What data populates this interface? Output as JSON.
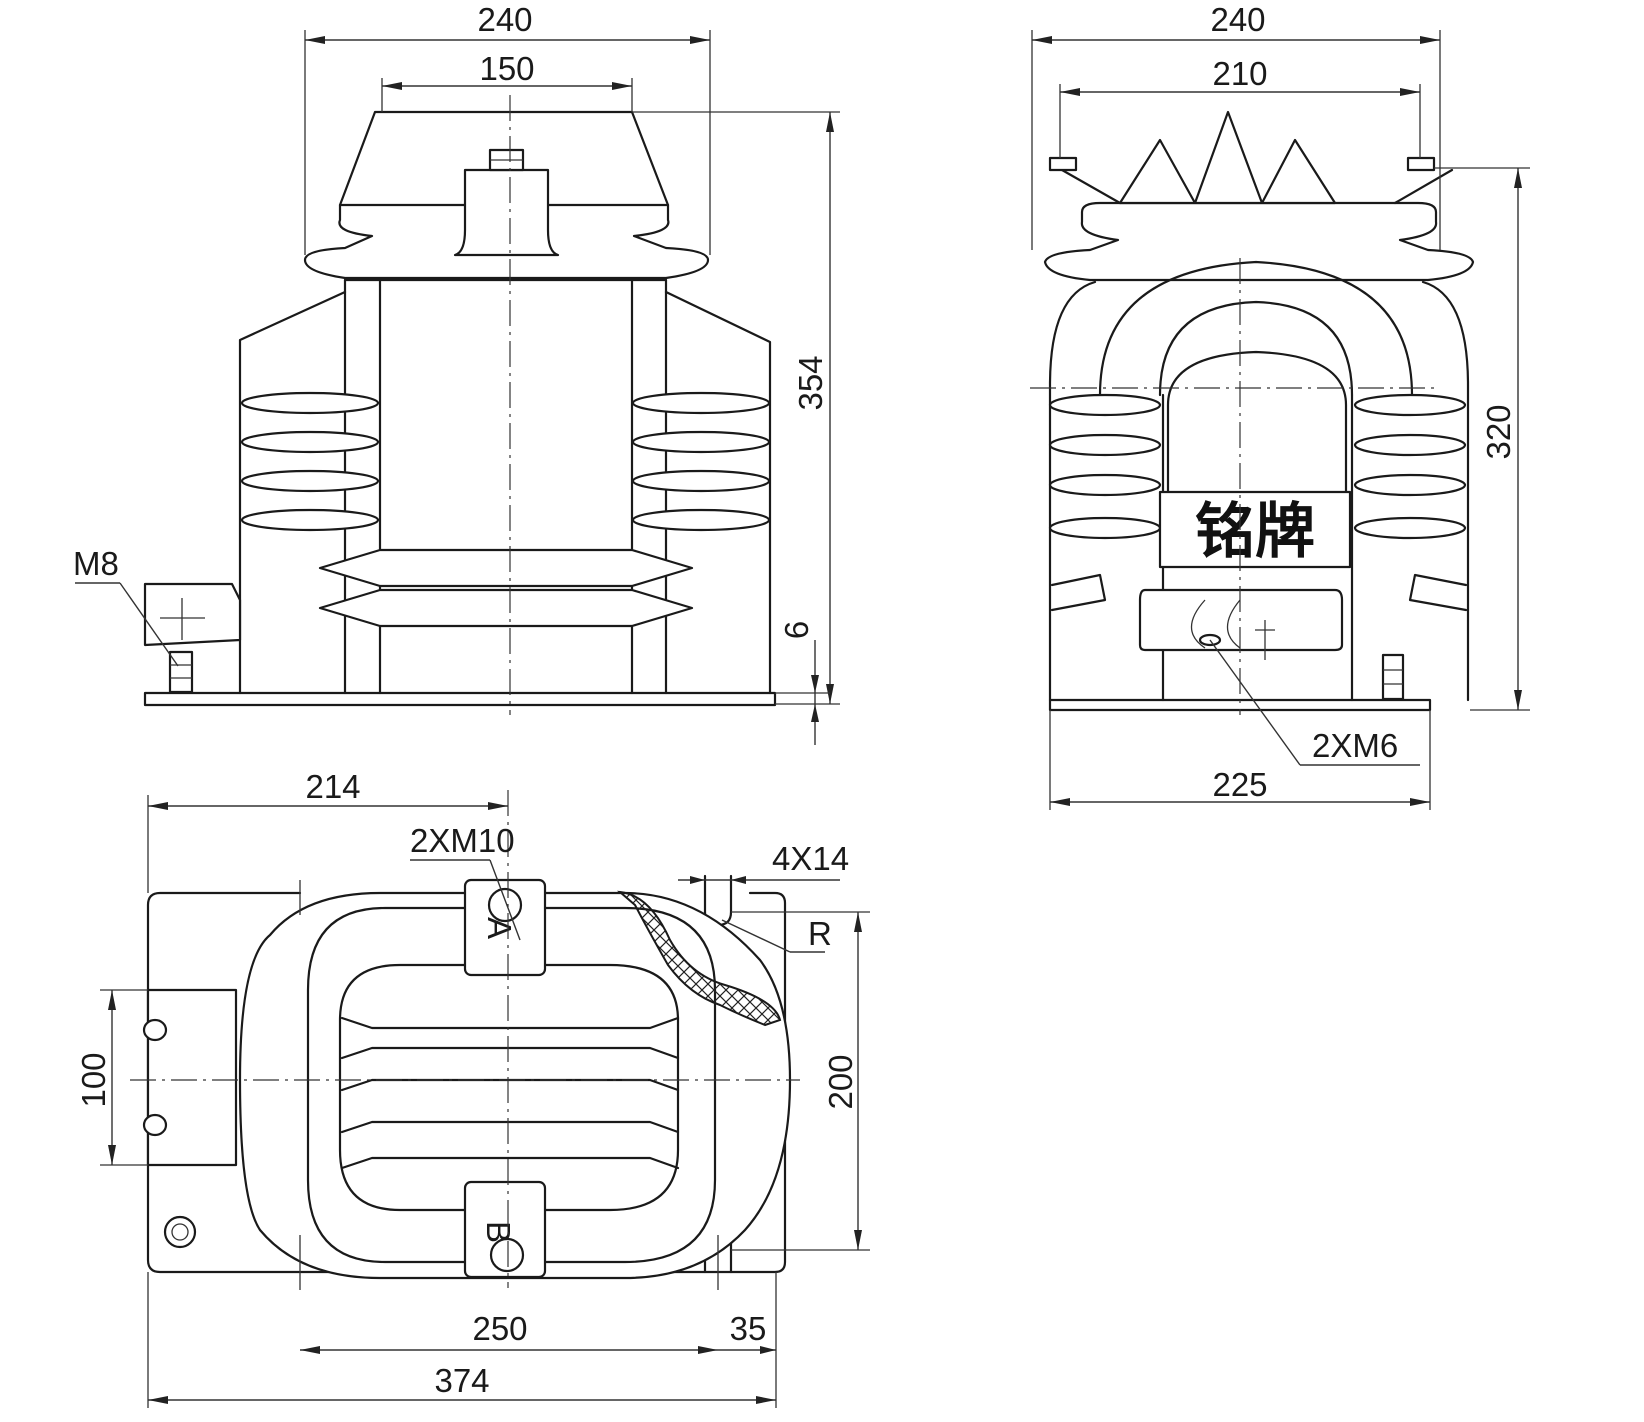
{
  "front_view": {
    "dim_width_top": "240",
    "dim_width_inner": "150",
    "dim_height": "354",
    "dim_base": "6",
    "label_thread": "M8"
  },
  "side_view": {
    "dim_width_top": "240",
    "dim_width_inner": "210",
    "dim_height": "320",
    "dim_base": "225",
    "label_nameplate": "铭牌",
    "label_screws": "2XM6"
  },
  "plan_view": {
    "dim_to_center": "214",
    "label_terminals": "2XM10",
    "label_slots": "4X14",
    "label_radius": "R",
    "dim_depth": "100",
    "dim_slot_pitch_depth": "200",
    "dim_slot_pitch": "250",
    "dim_edge": "35",
    "dim_total": "374",
    "terminal_a": "A",
    "terminal_b": "B"
  }
}
